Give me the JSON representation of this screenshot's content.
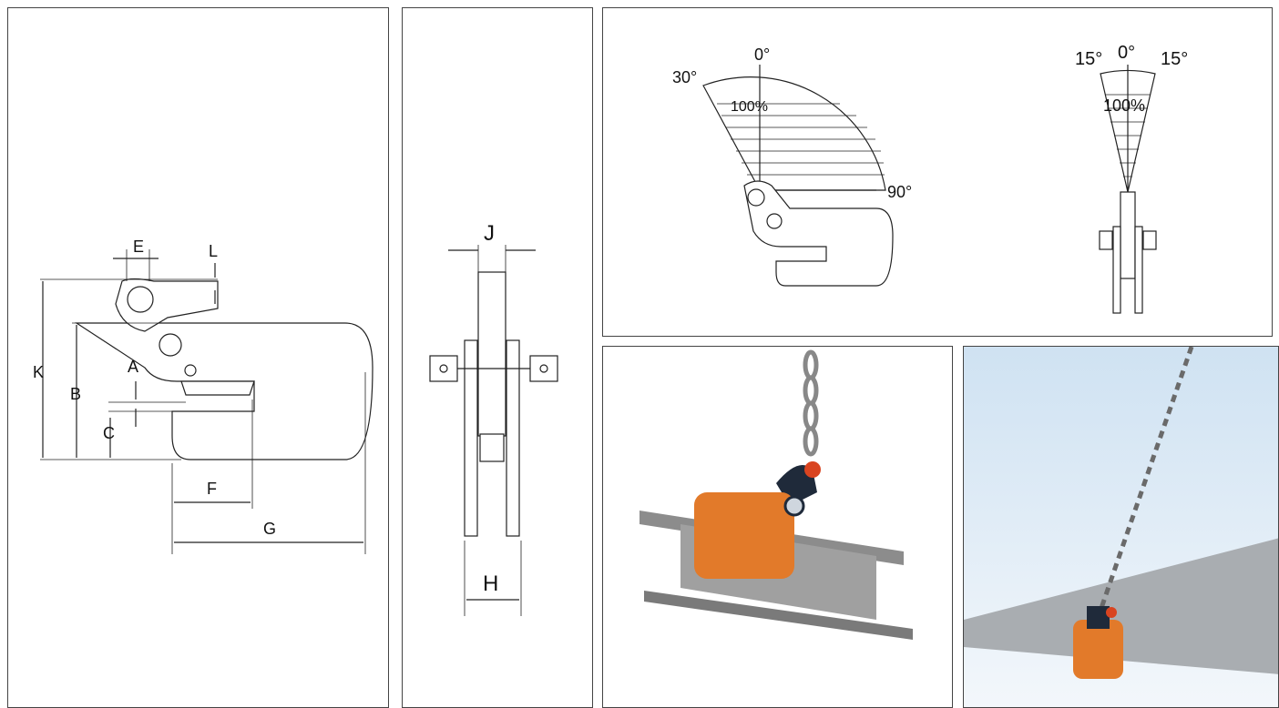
{
  "side_view": {
    "labels": {
      "E": "E",
      "L": "L",
      "K": "K",
      "B": "B",
      "A": "A",
      "C": "C",
      "F": "F",
      "G": "G"
    }
  },
  "front_view": {
    "labels": {
      "J": "J",
      "H": "H"
    }
  },
  "angle_diagrams": {
    "left": {
      "zero": "0°",
      "thirty": "30°",
      "hundred": "100%",
      "ninety": "90°"
    },
    "right": {
      "left15": "15°",
      "zero": "0°",
      "right15": "15°",
      "hundred": "100%"
    }
  },
  "photos": {
    "left": {
      "subject": "clamp-on-i-beam-photo"
    },
    "right": {
      "subject": "clamp-on-plate-photo"
    }
  },
  "colors": {
    "clamp_orange": "#e27a2a",
    "clamp_dark": "#1f2a3a",
    "steel": "#9a9a9a",
    "sky": "#cfe2f2"
  }
}
